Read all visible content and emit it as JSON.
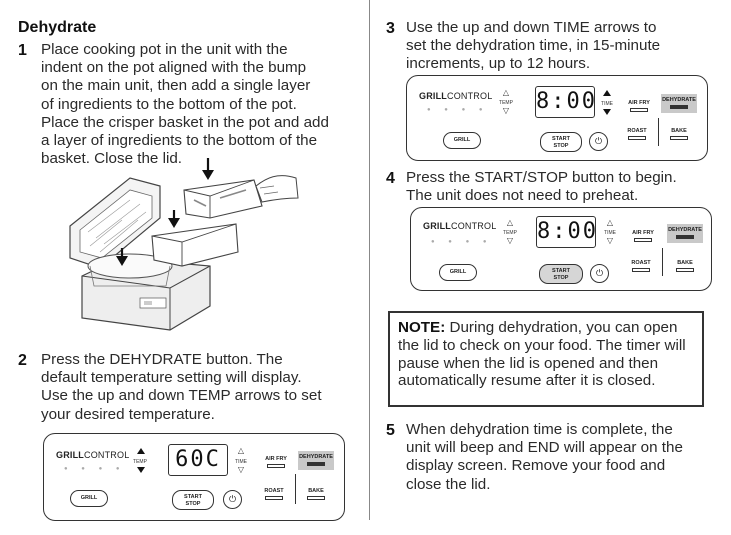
{
  "left": {
    "heading": "Dehydrate",
    "step1": {
      "num": "1",
      "lines": [
        "Place cooking pot in the unit with the",
        "indent on the pot aligned with the bump",
        "on the main unit, then add a single layer",
        "of ingredients to the bottom of the pot.",
        "Place the crisper basket in the pot and add",
        "a layer of ingredients to the bottom of the",
        "basket. Close the lid."
      ]
    },
    "step2": {
      "num": "2",
      "lines": [
        "Press the DEHYDRATE button. The",
        "default temperature setting will display.",
        "Use the up and down TEMP arrows to set",
        "your desired temperature."
      ]
    }
  },
  "right": {
    "step3": {
      "num": "3",
      "lines": [
        "Use the up and down TIME arrows to",
        "set the dehydration time, in 15-minute",
        "increments, up to 12 hours."
      ]
    },
    "step4": {
      "num": "4",
      "lines": [
        "Press the START/STOP button to begin.",
        "The unit does not need to preheat."
      ]
    },
    "note": {
      "label": "NOTE:",
      "text": " During dehydration, you can open the lid to check on your food. The timer will pause when the lid is  opened and then automatically resume after it is closed."
    },
    "step5": {
      "num": "5",
      "lines": [
        "When dehydration time is complete, the",
        "unit will beep and END will appear on the",
        "display screen. Remove your food and",
        "close the lid."
      ]
    }
  },
  "panel_labels": {
    "brand_bold": "GRILL",
    "brand_light": "CONTROL",
    "temp": "TEMP",
    "time": "TIME",
    "grill": "GRILL",
    "start": "START",
    "stop": "STOP",
    "air_fry": "AIR FRY",
    "dehydrate": "DEHYDRATE",
    "roast": "ROAST",
    "bake": "BAKE"
  },
  "displays": {
    "panel_step2": "60C",
    "panel_step3": "8:00",
    "panel_step4": "8:00"
  }
}
